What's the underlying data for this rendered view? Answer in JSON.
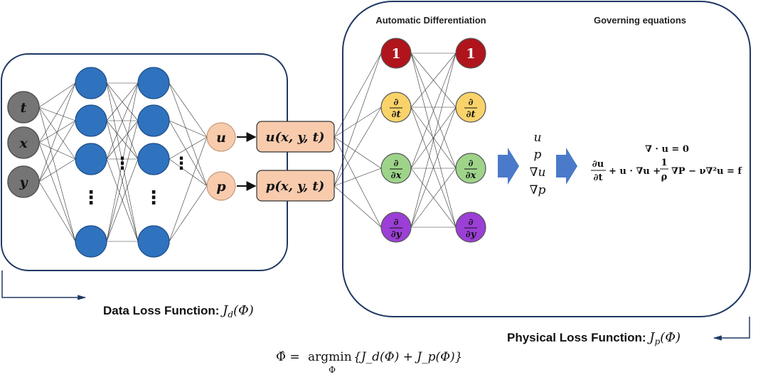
{
  "headers": {
    "auto_diff": "Automatic Differentiation",
    "governing": "Governing equations"
  },
  "input_nodes": [
    "t",
    "x",
    "y"
  ],
  "hidden": {
    "ellipsis_vertical": "⋮"
  },
  "output_nodes": [
    "u",
    "p"
  ],
  "output_funcs": [
    "u(x, y, t)",
    "p(x, y, t)"
  ],
  "ad_nodes": [
    {
      "num": "1",
      "den": "",
      "color": "#b0141c",
      "text_color": "#ffffff"
    },
    {
      "num": "∂",
      "den": "∂t",
      "color": "#f9d36a",
      "text_color": "#111111"
    },
    {
      "num": "∂",
      "den": "∂x",
      "color": "#9ed48a",
      "text_color": "#111111"
    },
    {
      "num": "∂",
      "den": "∂y",
      "color": "#9b3fd6",
      "text_color": "#111111"
    }
  ],
  "derived": [
    "u",
    "p",
    "∇u",
    "∇p"
  ],
  "equations": {
    "continuity": "∇ · u = 0",
    "mom_lhs_num": "∂u",
    "mom_lhs_den": "∂t",
    "mom_mid": "+ u · ∇u +",
    "frac_num": "1",
    "frac_den": "ρ",
    "mom_rest": "∇P − ν∇²u = f"
  },
  "captions": {
    "data_loss_text": "Data Loss Function: ",
    "data_loss_sym": "J",
    "data_loss_sub": "d",
    "data_loss_arg": "(Φ)",
    "phys_loss_text": "Physical Loss Function: ",
    "phys_loss_sym": "J",
    "phys_loss_sub": "p",
    "phys_loss_arg": "(Φ)"
  },
  "objective": {
    "lhs": "Φ̂ = ",
    "op": "argmin",
    "under": "Φ",
    "rhs": "{J_d(Φ) + J_p(Φ)}"
  },
  "colors": {
    "input": "#757575",
    "hidden": "#2f72be",
    "output": "#f8cbad",
    "arrow_fill": "#4a7ac9",
    "box_border": "#1f3864"
  }
}
